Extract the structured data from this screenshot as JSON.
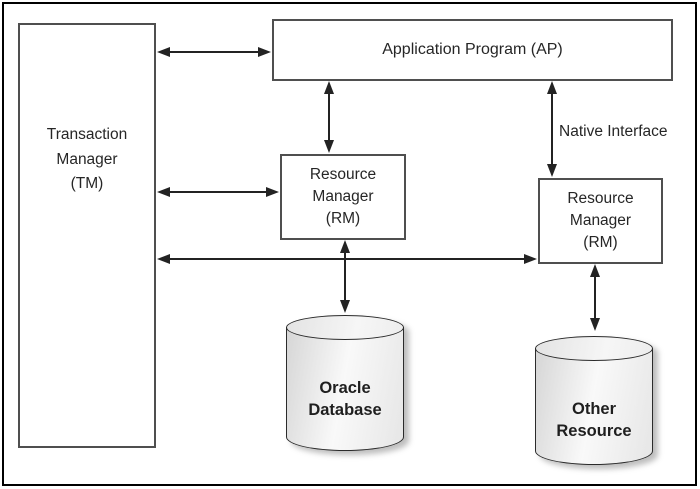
{
  "nodes": {
    "tm": {
      "label": "Transaction Manager (TM)",
      "lines": [
        "Transaction",
        "Manager",
        "(TM)"
      ]
    },
    "ap": {
      "label": "Application Program (AP)"
    },
    "rm1": {
      "label": "Resource Manager (RM)",
      "lines": [
        "Resource",
        "Manager",
        "(RM)"
      ]
    },
    "rm2": {
      "label": "Resource Manager (RM)",
      "lines": [
        "Resource",
        "Manager",
        "(RM)"
      ]
    },
    "oracle_db": {
      "label": "Oracle Database",
      "lines": [
        "Oracle",
        "Database"
      ]
    },
    "other_resource": {
      "label": "Other Resource",
      "lines": [
        "Other",
        "Resource"
      ]
    }
  },
  "annotations": {
    "native_interface": "Native Interface"
  },
  "edges": [
    {
      "from": "Transaction Manager (TM)",
      "to": "Application Program (AP)",
      "type": "bidirectional"
    },
    {
      "from": "Transaction Manager (TM)",
      "to": "Resource Manager (RM) center",
      "type": "bidirectional"
    },
    {
      "from": "Transaction Manager (TM)",
      "to": "Resource Manager (RM) right",
      "type": "bidirectional"
    },
    {
      "from": "Application Program (AP)",
      "to": "Resource Manager (RM) center",
      "type": "bidirectional"
    },
    {
      "from": "Application Program (AP)",
      "to": "Resource Manager (RM) right",
      "type": "bidirectional",
      "label": "Native Interface"
    },
    {
      "from": "Resource Manager (RM) center",
      "to": "Oracle Database",
      "type": "bidirectional"
    },
    {
      "from": "Resource Manager (RM) right",
      "to": "Other Resource",
      "type": "bidirectional"
    }
  ],
  "colors": {
    "frame": "#000000",
    "box_border": "#4f4f4f",
    "arrow": "#232323",
    "text": "#262626",
    "cylinder_fill_light": "#f9f9f9",
    "cylinder_fill_dark": "#d6d6d6",
    "background": "#ffffff"
  }
}
